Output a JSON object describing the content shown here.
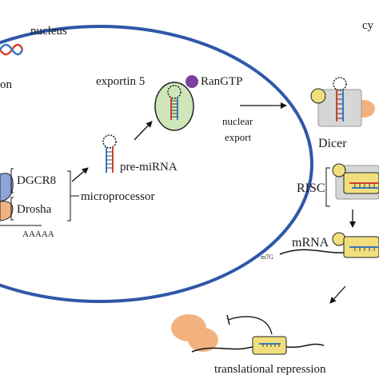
{
  "labels": {
    "nucleus": "nucleus",
    "cytoplasm_partial": "cy",
    "transcription_partial": "on",
    "exportin5": "exportin 5",
    "rangtp": "RanGTP",
    "nuclear": "nuclear",
    "export": "export",
    "pre_mirna": "pre-miRNA",
    "dgcr8": "DGCR8",
    "drosha": "Drosha",
    "microprocessor": "microprocessor",
    "polya": "AAAAA",
    "dicer": "Dicer",
    "risc": "RISC",
    "mrna": "mRNA",
    "m7g": "m7G",
    "translational_repression": "translational repression"
  },
  "colors": {
    "nuclear_membrane": "#2f57a8",
    "exportin_fill": "#cfe6b8",
    "rangtp": "#7b3f9c",
    "dicer_box": "#d6d6d6",
    "protein_yellow": "#f1df7d",
    "protein_orange": "#f2b27f",
    "rna_red": "#d9402e",
    "rna_blue": "#3a78c2",
    "dgcr8_blue": "#8ea4d8"
  }
}
